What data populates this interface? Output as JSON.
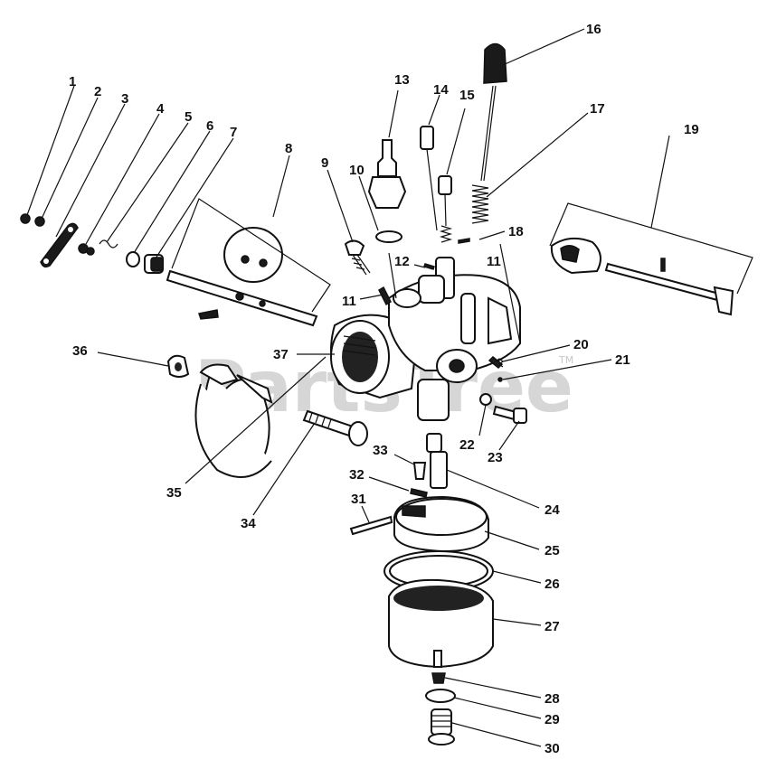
{
  "watermark": {
    "text": "PartsTree",
    "tm": "TM"
  },
  "callouts": [
    "1",
    "2",
    "3",
    "4",
    "5",
    "6",
    "7",
    "8",
    "9",
    "10",
    "11",
    "11",
    "12",
    "13",
    "14",
    "15",
    "16",
    "17",
    "18",
    "19",
    "20",
    "21",
    "22",
    "23",
    "24",
    "25",
    "26",
    "27",
    "28",
    "29",
    "30",
    "31",
    "32",
    "33",
    "34",
    "35",
    "36",
    "37"
  ]
}
